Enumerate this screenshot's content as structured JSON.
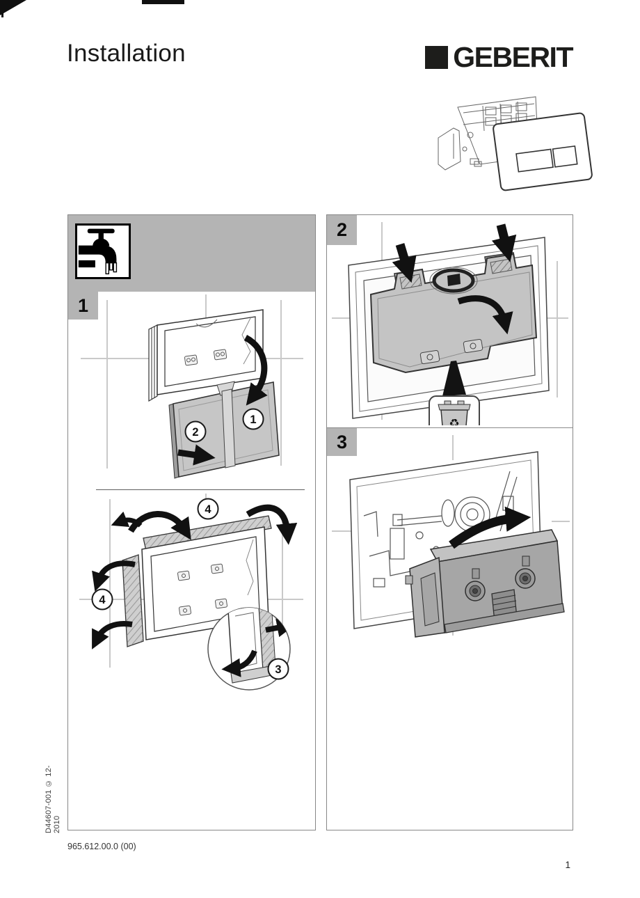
{
  "page": {
    "title": "Installation",
    "brand": "GEBERIT",
    "footer_code": "965.612.00.0 (00)",
    "doc_code": "D44607-001 © 12-2010",
    "page_number": "1"
  },
  "steps": {
    "step1": {
      "label": "1"
    },
    "step2": {
      "label": "2"
    },
    "step3": {
      "label": "3"
    }
  },
  "callouts": {
    "one": "1",
    "two": "2",
    "three": "3",
    "four": "4"
  },
  "icons": {
    "water_tap": "water-tap-icon",
    "recycle_bin": "recycle-bin-icon",
    "recycle_symbol": "♻"
  },
  "colors": {
    "panel_gray": "#b4b4b4",
    "plate_gray": "#c6c6c6",
    "bracket_gray": "#a6a6a6",
    "tile_gray": "#c9c9c9",
    "border_gray": "#878787",
    "ink_black": "#111111"
  }
}
